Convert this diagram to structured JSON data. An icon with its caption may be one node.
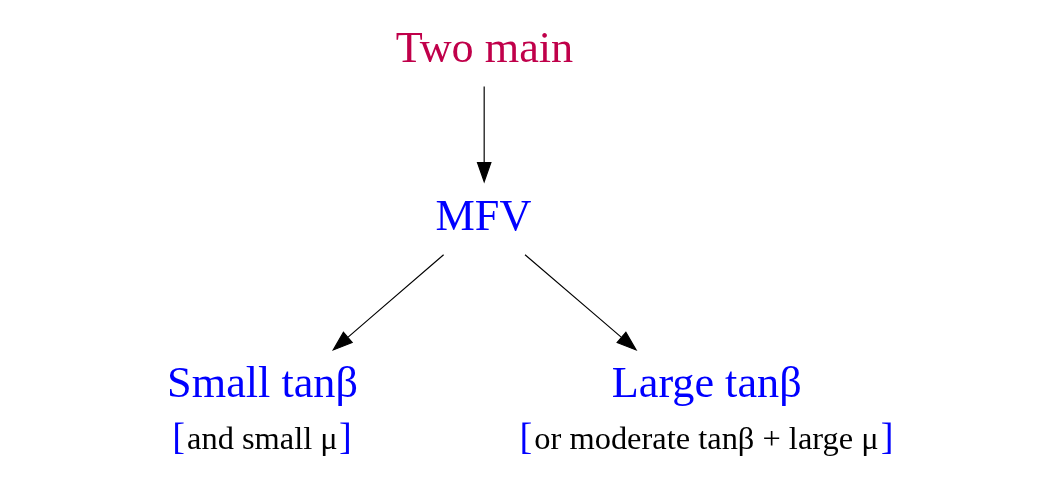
{
  "diagram": {
    "nodes": [
      {
        "text": [
          "Two main"
        ]
      },
      {
        "text": [
          "MFV"
        ]
      },
      {
        "text": [
          "Small tanβ",
          "[and small μ]"
        ]
      },
      {
        "text": [
          "Large tanβ",
          "[or moderate tanβ + large μ]"
        ]
      }
    ],
    "edges": [
      {
        "from": 0,
        "to": 1,
        "arrow": "to"
      },
      {
        "from": 1,
        "to": 2,
        "arrow": "to"
      },
      {
        "from": 1,
        "to": 3,
        "arrow": "to"
      }
    ]
  }
}
